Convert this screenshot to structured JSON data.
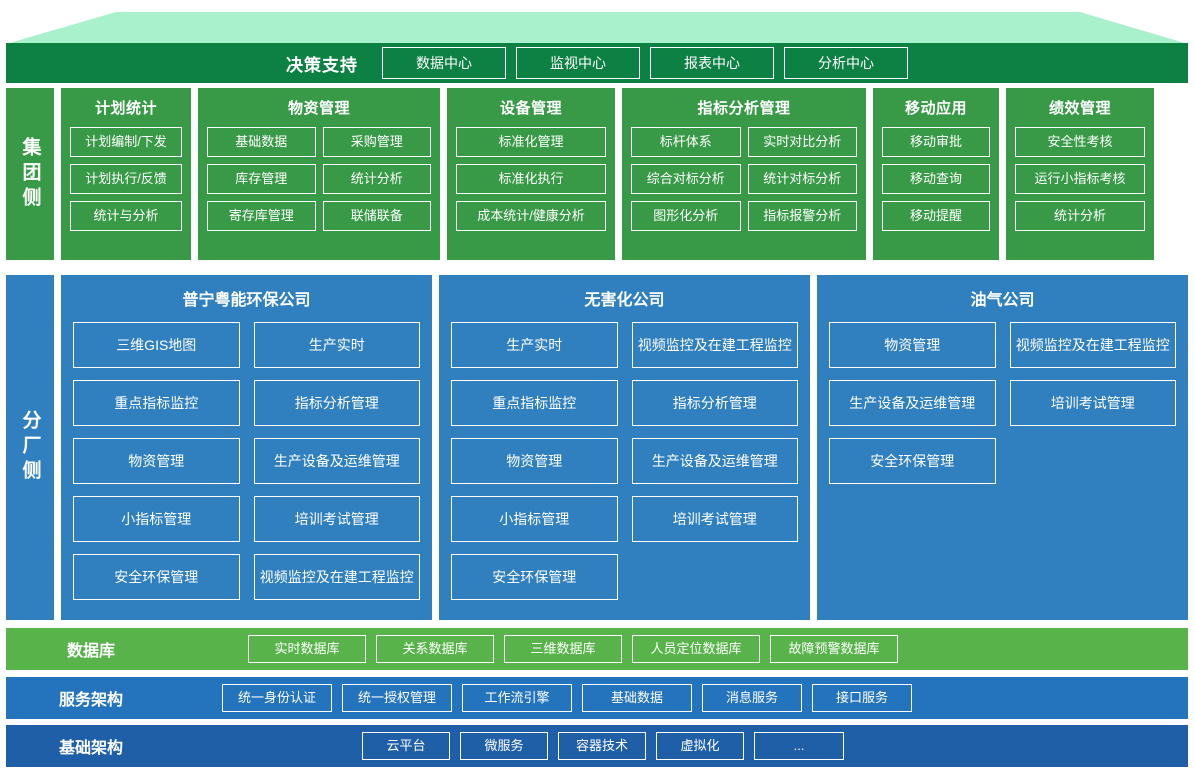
{
  "top": {
    "decision_support": {
      "title": "决策支持",
      "chips": [
        "数据中心",
        "监视中心",
        "报表中心",
        "分析中心"
      ]
    }
  },
  "group_side": {
    "label": "集团侧",
    "modules": [
      {
        "title": "计划统计",
        "columns": 1,
        "items": [
          "计划编制/下发",
          "计划执行/反馈",
          "统计与分析"
        ]
      },
      {
        "title": "物资管理",
        "columns": 2,
        "items": [
          "基础数据",
          "采购管理",
          "库存管理",
          "统计分析",
          "寄存库管理",
          "联储联备"
        ]
      },
      {
        "title": "设备管理",
        "columns": 1,
        "items": [
          "标准化管理",
          "标准化执行",
          "成本统计/健康分析"
        ]
      },
      {
        "title": "指标分析管理",
        "columns": 2,
        "items": [
          "标杆体系",
          "实时对比分析",
          "综合对标分析",
          "统计对标分析",
          "图形化分析",
          "指标报警分析"
        ]
      },
      {
        "title": "移动应用",
        "columns": 1,
        "items": [
          "移动审批",
          "移动查询",
          "移动提醒"
        ]
      },
      {
        "title": "绩效管理",
        "columns": 1,
        "items": [
          "安全性考核",
          "运行小指标考核",
          "统计分析"
        ]
      }
    ]
  },
  "plant_side": {
    "label": "分厂侧",
    "companies": [
      {
        "title": "普宁粤能环保公司",
        "items": [
          "三维GIS地图",
          "生产实时",
          "重点指标监控",
          "指标分析管理",
          "物资管理",
          "生产设备及运维管理",
          "小指标管理",
          "培训考试管理",
          "安全环保管理",
          "视频监控及在建工程监控"
        ]
      },
      {
        "title": "无害化公司",
        "items": [
          "生产实时",
          "视频监控及在建工程监控",
          "重点指标监控",
          "指标分析管理",
          "物资管理",
          "生产设备及运维管理",
          "小指标管理",
          "培训考试管理",
          "安全环保管理"
        ]
      },
      {
        "title": "油气公司",
        "items": [
          "物资管理",
          "视频监控及在建工程监控",
          "生产设备及运维管理",
          "培训考试管理",
          "安全环保管理"
        ]
      }
    ]
  },
  "stack": {
    "database": {
      "title": "数据库",
      "items": [
        "实时数据库",
        "关系数据库",
        "三维数据库",
        "人员定位数据库",
        "故障预警数据库"
      ]
    },
    "service": {
      "title": "服务架构",
      "items": [
        "统一身份认证",
        "统一授权管理",
        "工作流引擎",
        "基础数据",
        "消息服务",
        "接口服务"
      ]
    },
    "infrastructure": {
      "title": "基础架构",
      "items": [
        "云平台",
        "微服务",
        "容器技术",
        "虚拟化",
        "..."
      ]
    }
  },
  "colors": {
    "decision_green": "#0d8043",
    "group_green": "#389a46",
    "plant_blue": "#3080c0",
    "database_green": "#58b44a",
    "service_blue": "#2374bd",
    "infra_blue": "#1f5fa8",
    "trapezoid_mint": "#a9f0cd"
  }
}
